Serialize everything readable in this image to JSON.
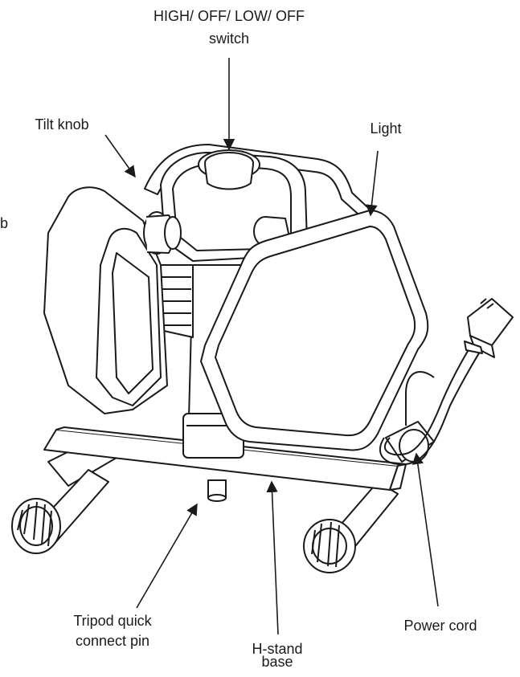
{
  "labels": {
    "switch_line1": "HIGH/ OFF/  LOW/ OFF",
    "switch_line2": "switch",
    "tilt_knob": "Tilt knob",
    "light": "Light",
    "cut_off_edge": "b",
    "tripod_line1": "Tripod quick",
    "tripod_line2": "connect pin",
    "hstand_line1": "H-stand",
    "hstand_line2": "base",
    "power_cord": "Power cord"
  },
  "colors": {
    "ink": "#1a1a1a",
    "background": "#ffffff",
    "shade": "#f2f2f2"
  }
}
